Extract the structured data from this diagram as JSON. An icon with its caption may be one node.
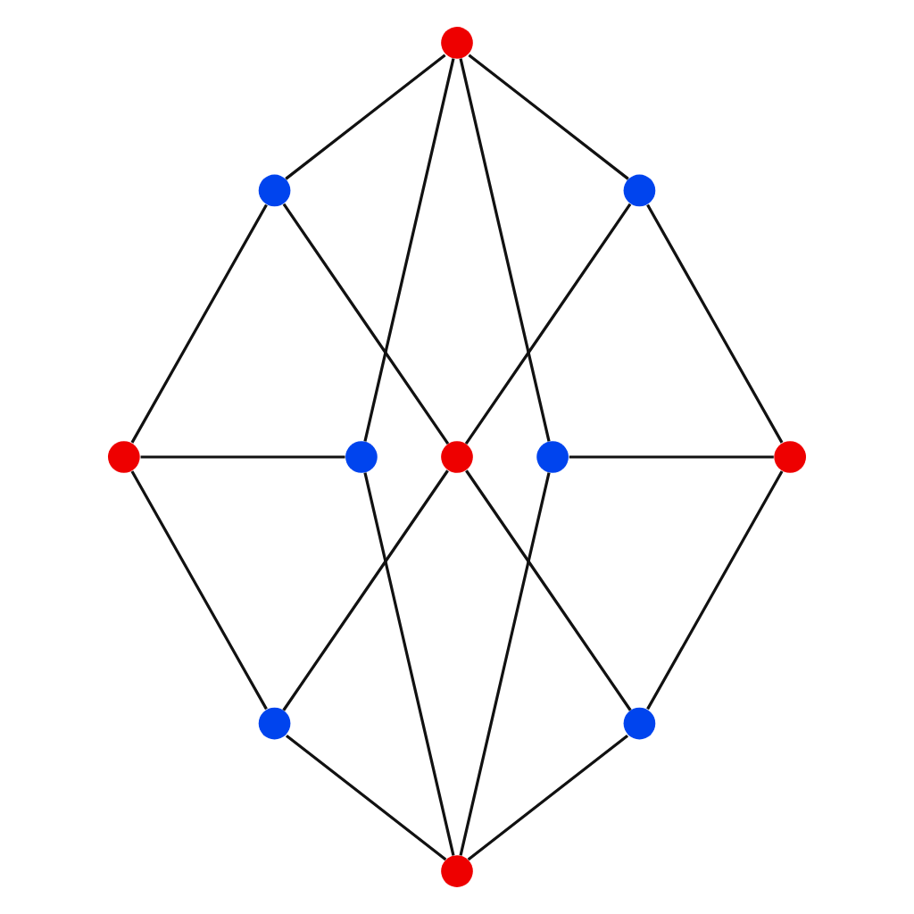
{
  "diagram": {
    "nodes": [
      {
        "text": [],
        "shape": "circle"
      },
      {
        "text": [],
        "shape": "circle"
      },
      {
        "text": [],
        "shape": "circle"
      },
      {
        "text": [],
        "shape": "circle"
      },
      {
        "text": [],
        "shape": "circle"
      },
      {
        "text": [],
        "shape": "circle"
      },
      {
        "text": [],
        "shape": "circle"
      },
      {
        "text": [],
        "shape": "circle"
      },
      {
        "text": [],
        "shape": "circle"
      },
      {
        "text": [],
        "shape": "circle"
      },
      {
        "text": [],
        "shape": "circle"
      }
    ],
    "edges": [
      {
        "from": 0,
        "to": 1,
        "arrow": "none"
      },
      {
        "from": 0,
        "to": 2,
        "arrow": "none"
      },
      {
        "from": 1,
        "to": 3,
        "arrow": "none"
      },
      {
        "from": 2,
        "to": 7,
        "arrow": "none"
      },
      {
        "from": 3,
        "to": 8,
        "arrow": "none"
      },
      {
        "from": 7,
        "to": 9,
        "arrow": "none"
      },
      {
        "from": 8,
        "to": 10,
        "arrow": "none"
      },
      {
        "from": 9,
        "to": 10,
        "arrow": "none"
      },
      {
        "from": 3,
        "to": 4,
        "arrow": "none"
      },
      {
        "from": 6,
        "to": 7,
        "arrow": "none"
      },
      {
        "from": 0,
        "to": 4,
        "arrow": "none"
      },
      {
        "from": 0,
        "to": 6,
        "arrow": "none"
      },
      {
        "from": 4,
        "to": 10,
        "arrow": "none"
      },
      {
        "from": 6,
        "to": 10,
        "arrow": "none"
      },
      {
        "from": 1,
        "to": 5,
        "arrow": "none"
      },
      {
        "from": 2,
        "to": 5,
        "arrow": "none"
      },
      {
        "from": 5,
        "to": 8,
        "arrow": "none"
      },
      {
        "from": 5,
        "to": 9,
        "arrow": "none"
      }
    ]
  }
}
